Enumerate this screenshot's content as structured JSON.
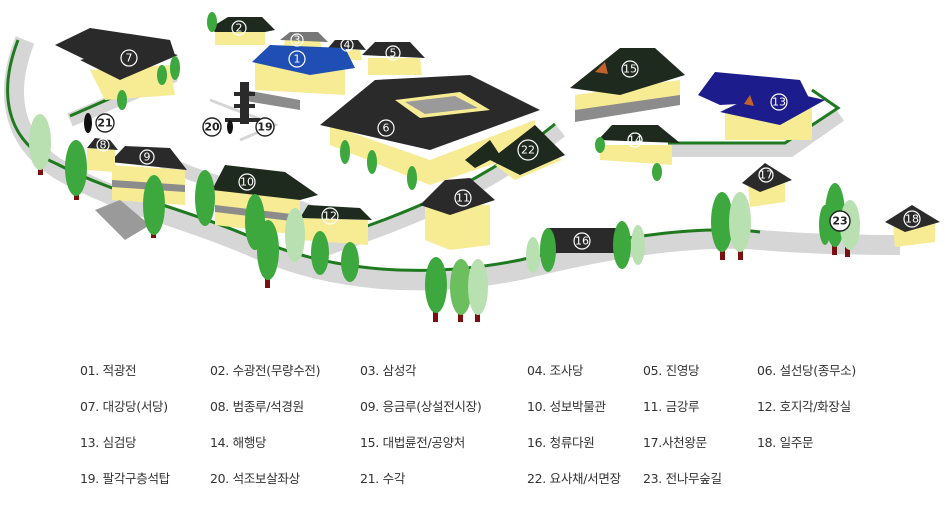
{
  "map": {
    "colors": {
      "roof_dark": "#1f2a1f",
      "roof_black": "#2a2a2a",
      "roof_blue": "#1f4fb4",
      "roof_navy": "#1c1c8c",
      "wall_yellow": "#f7ec93",
      "base_gray": "#8c8c8c",
      "path_gray": "#d6d6d6",
      "path_green": "#1f7a1f",
      "tree_green": "#3da83d",
      "tree_light": "#b9e0b0",
      "trunk": "#7a1010"
    },
    "markers": [
      {
        "num": "1"
      },
      {
        "num": "2"
      },
      {
        "num": "3"
      },
      {
        "num": "4"
      },
      {
        "num": "5"
      },
      {
        "num": "6"
      },
      {
        "num": "7"
      },
      {
        "num": "8"
      },
      {
        "num": "9"
      },
      {
        "num": "10"
      },
      {
        "num": "11"
      },
      {
        "num": "12"
      },
      {
        "num": "13"
      },
      {
        "num": "14"
      },
      {
        "num": "15"
      },
      {
        "num": "16"
      },
      {
        "num": "17"
      },
      {
        "num": "18"
      },
      {
        "num": "19"
      },
      {
        "num": "20"
      },
      {
        "num": "21"
      },
      {
        "num": "22"
      },
      {
        "num": "23"
      }
    ]
  },
  "legend": {
    "items": [
      {
        "label": "01. 적광전"
      },
      {
        "label": "02. 수광전(무량수전)"
      },
      {
        "label": "03. 삼성각"
      },
      {
        "label": "04. 조사당"
      },
      {
        "label": "05. 진영당"
      },
      {
        "label": "06. 설선당(종무소)"
      },
      {
        "label": "07. 대강당(서당)"
      },
      {
        "label": "08. 범종루/석경원"
      },
      {
        "label": "09. 응금루(상설전시장)"
      },
      {
        "label": "10. 성보박물관"
      },
      {
        "label": "11. 금강루"
      },
      {
        "label": "12. 호지각/화장실"
      },
      {
        "label": "13. 심검당"
      },
      {
        "label": "14. 해행당"
      },
      {
        "label": "15. 대법륜전/공양처"
      },
      {
        "label": "16. 청류다원"
      },
      {
        "label": "17.사천왕문"
      },
      {
        "label": "18. 일주문"
      },
      {
        "label": "19. 팔각구층석탑"
      },
      {
        "label": "20. 석조보살좌상"
      },
      {
        "label": "21. 수각"
      },
      {
        "label": "22. 요사채/서면장"
      },
      {
        "label": "23. 전나무숲길"
      }
    ]
  }
}
